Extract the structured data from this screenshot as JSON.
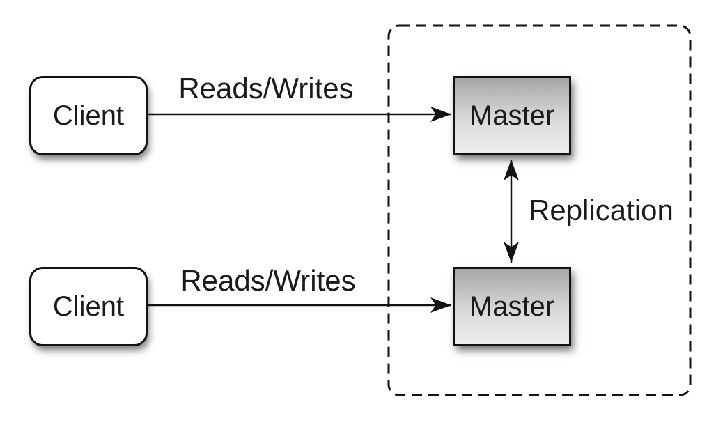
{
  "diagram": {
    "colors": {
      "background": "#ffffff",
      "stroke": "#121212",
      "text": "#1b1b1b",
      "client_fill": "#ffffff",
      "master_gradient_top": "#a6a6a6",
      "master_gradient_bottom": "#ededed"
    },
    "nodes": [
      {
        "id": "client-top",
        "label": "Client",
        "shape": "rounded-rect",
        "fill": "white"
      },
      {
        "id": "client-bottom",
        "label": "Client",
        "shape": "rounded-rect",
        "fill": "white"
      },
      {
        "id": "master-top",
        "label": "Master",
        "shape": "rect",
        "fill": "gray-gradient"
      },
      {
        "id": "master-bottom",
        "label": "Master",
        "shape": "rect",
        "fill": "gray-gradient"
      }
    ],
    "edges": [
      {
        "id": "edge-top",
        "from": "client-top",
        "to": "master-top",
        "label": "Reads/Writes",
        "direction": "one-way"
      },
      {
        "id": "edge-bottom",
        "from": "client-bottom",
        "to": "master-bottom",
        "label": "Reads/Writes",
        "direction": "one-way"
      },
      {
        "id": "edge-replication",
        "from": "master-top",
        "to": "master-bottom",
        "label": "Replication",
        "direction": "two-way"
      }
    ],
    "cluster": {
      "id": "replication-cluster",
      "style": "dashed-rounded-rect",
      "contains": [
        "master-top",
        "master-bottom"
      ]
    }
  }
}
